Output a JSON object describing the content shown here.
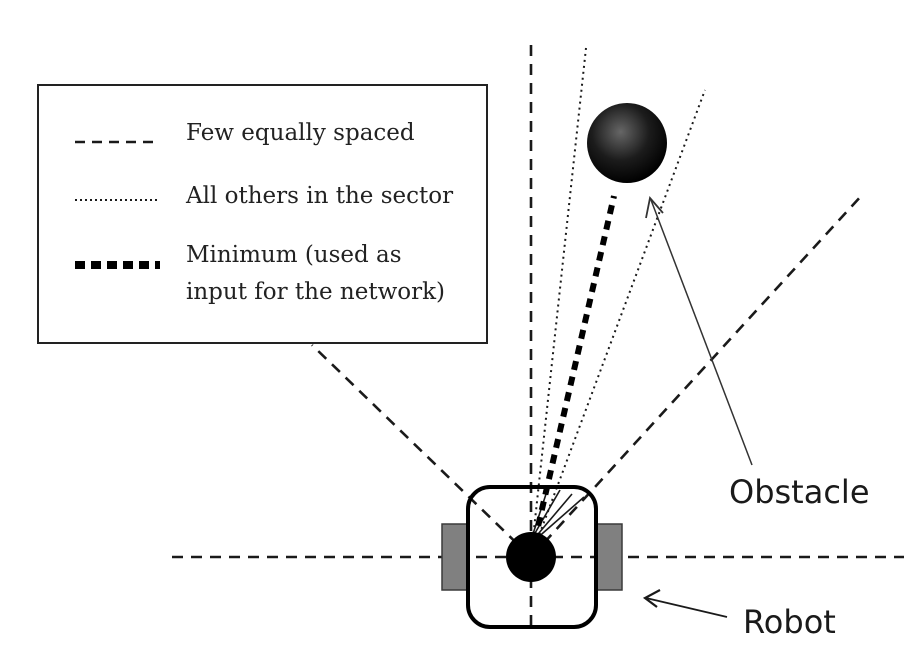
{
  "legend": {
    "items": [
      {
        "label": "Few equally spaced",
        "line_style": "dashed"
      },
      {
        "label": "All others in the sector",
        "line_style": "dotted"
      },
      {
        "label_lines": [
          "Minimum (used as",
          "input for the network)"
        ],
        "line_style": "thick-dotted"
      }
    ]
  },
  "labels": {
    "obstacle": "Obstacle",
    "robot": "Robot"
  },
  "colors": {
    "line": "#1a1a1a",
    "wheel": "#808080",
    "obstacle_dark": "#000000",
    "obstacle_light": "#666666",
    "background": "#ffffff"
  }
}
